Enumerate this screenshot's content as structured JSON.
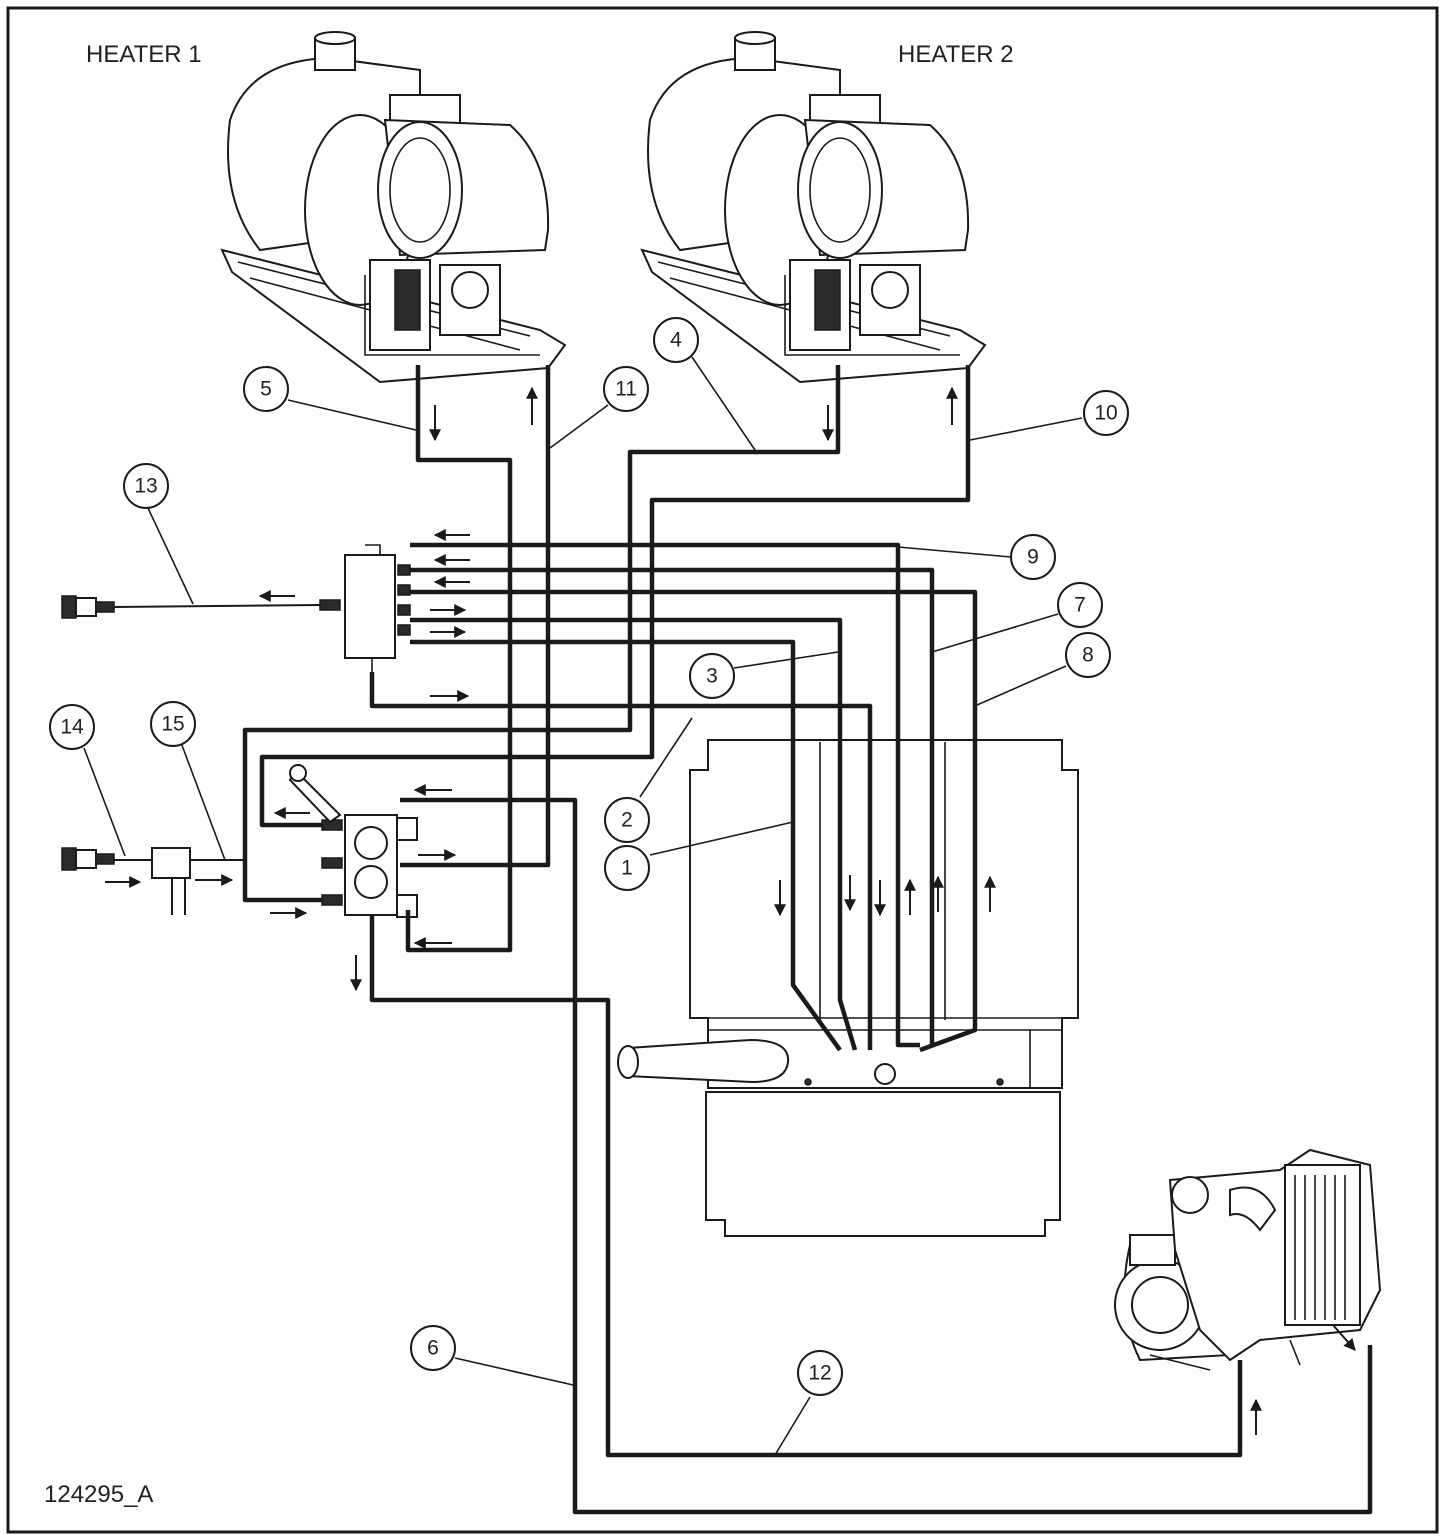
{
  "labels": {
    "heater1": "HEATER 1",
    "heater2": "HEATER 2",
    "drawing_number": "124295_A"
  },
  "callouts": [
    "1",
    "2",
    "3",
    "4",
    "5",
    "6",
    "7",
    "8",
    "9",
    "10",
    "11",
    "12",
    "13",
    "14",
    "15"
  ]
}
